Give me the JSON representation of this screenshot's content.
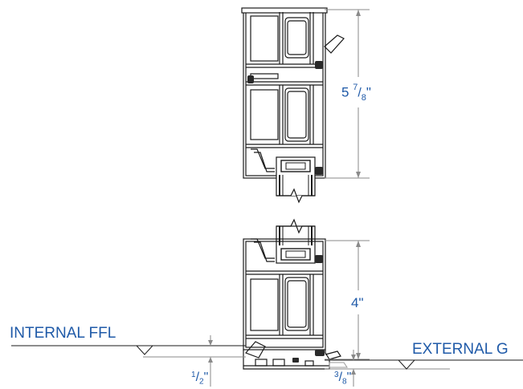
{
  "labels": {
    "internal_ffl": "INTERNAL FFL",
    "external_g": "EXTERNAL G"
  },
  "dimensions": {
    "upper": {
      "whole": "5",
      "num": "7",
      "den": "8",
      "unit": "\""
    },
    "lower": {
      "value": "4\""
    },
    "sill_left": {
      "num": "1",
      "den": "2",
      "unit": "\""
    },
    "sill_right": {
      "num": "3",
      "den": "8",
      "unit": "\""
    }
  },
  "colors": {
    "line": "#1a1a1a",
    "dimension_text": "#1f5aa8",
    "dimension_line": "#8a8a8a",
    "gasket": "#2a2a2a"
  },
  "icons": [
    "break-line-icon",
    "level-marker-icon",
    "dimension-arrow-icon"
  ]
}
